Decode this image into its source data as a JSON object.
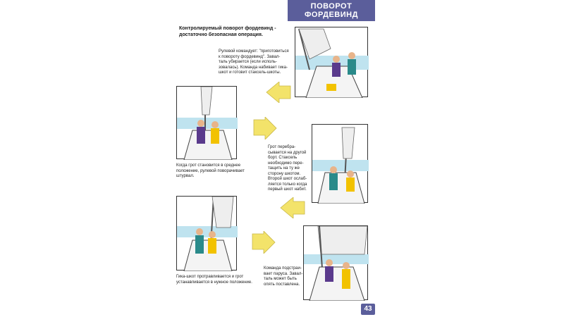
{
  "header": {
    "line1": "ПОВОРОТ",
    "line2": "ФОРДЕВИНД"
  },
  "intro": "Контролируемый поворот фордевинд - достаточно безопасная операция.",
  "captions": [
    "Рулевой командует: \"приготовиться к повороту фордевинд\". Завал-таль убирается (если исполь-зовалась). Команда набивает гика-шкот и готовит стаксель-шкоты.",
    "Когда грот становится в среднее положение, рулевой поворачивает штурвал.",
    "Грот перебра-сывается на другой борт. Стаксель необходимо пере-тащить на ту же сторону шкотом. Второй шкот ослаб-ляется только когда первый шкот набит.",
    "Гика-шкот протравливается и грот устанавливается в нужное положение.",
    "Команда подстраи-вает паруса. Завал-таль может быть опять поставлена."
  ],
  "page_number": "43",
  "colors": {
    "accent": "#5b5e9b",
    "arrow": "#f3e36a",
    "water": "#bfe3ef",
    "crew_yellow": "#f2c200",
    "crew_purple": "#5a3a8c"
  }
}
